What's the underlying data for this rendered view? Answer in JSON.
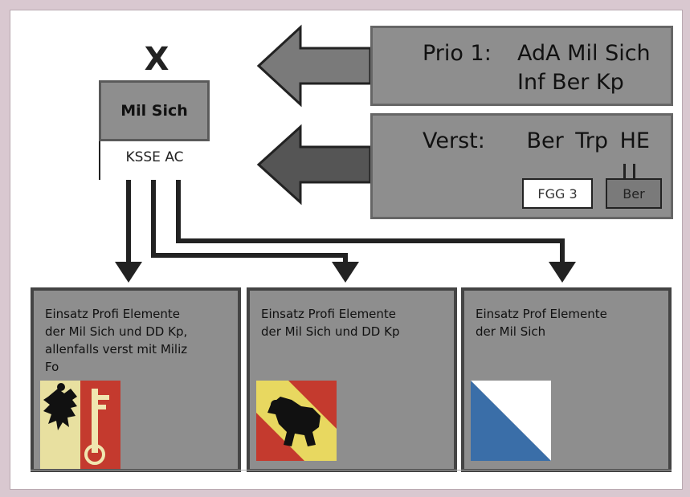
{
  "unit": {
    "symbol": "X",
    "name": "Mil Sich",
    "sub_label": "KSSE AC"
  },
  "prio": {
    "label": "Prio 1:",
    "line1": "AdA Mil Sich",
    "line2": "Inf Ber Kp"
  },
  "verst": {
    "label": "Verst:",
    "units": "Ber Trp HE",
    "box1": "FGG 3",
    "box2": "Ber"
  },
  "missions": [
    {
      "lines": [
        "Einsatz Profi Elemente",
        "der Mil Sich und DD  Kp,",
        "allenfalls  verst  mit Miliz",
        "Fo"
      ],
      "emblem": "geneva-coat-of-arms-icon"
    },
    {
      "lines": [
        "Einsatz Profi Elemente",
        "der Mil Sich und DD  Kp"
      ],
      "emblem": "bern-coat-of-arms-icon"
    },
    {
      "lines": [
        "Einsatz  Prof Elemente",
        "der Mil Sich"
      ],
      "emblem": "zurich-coat-of-arms-icon"
    }
  ],
  "colors": {
    "box_fill": "#8e8e8e",
    "arrow_fill": "#7a7a7a",
    "arrow_dark": "#555555",
    "background": "#d9c8d0"
  }
}
